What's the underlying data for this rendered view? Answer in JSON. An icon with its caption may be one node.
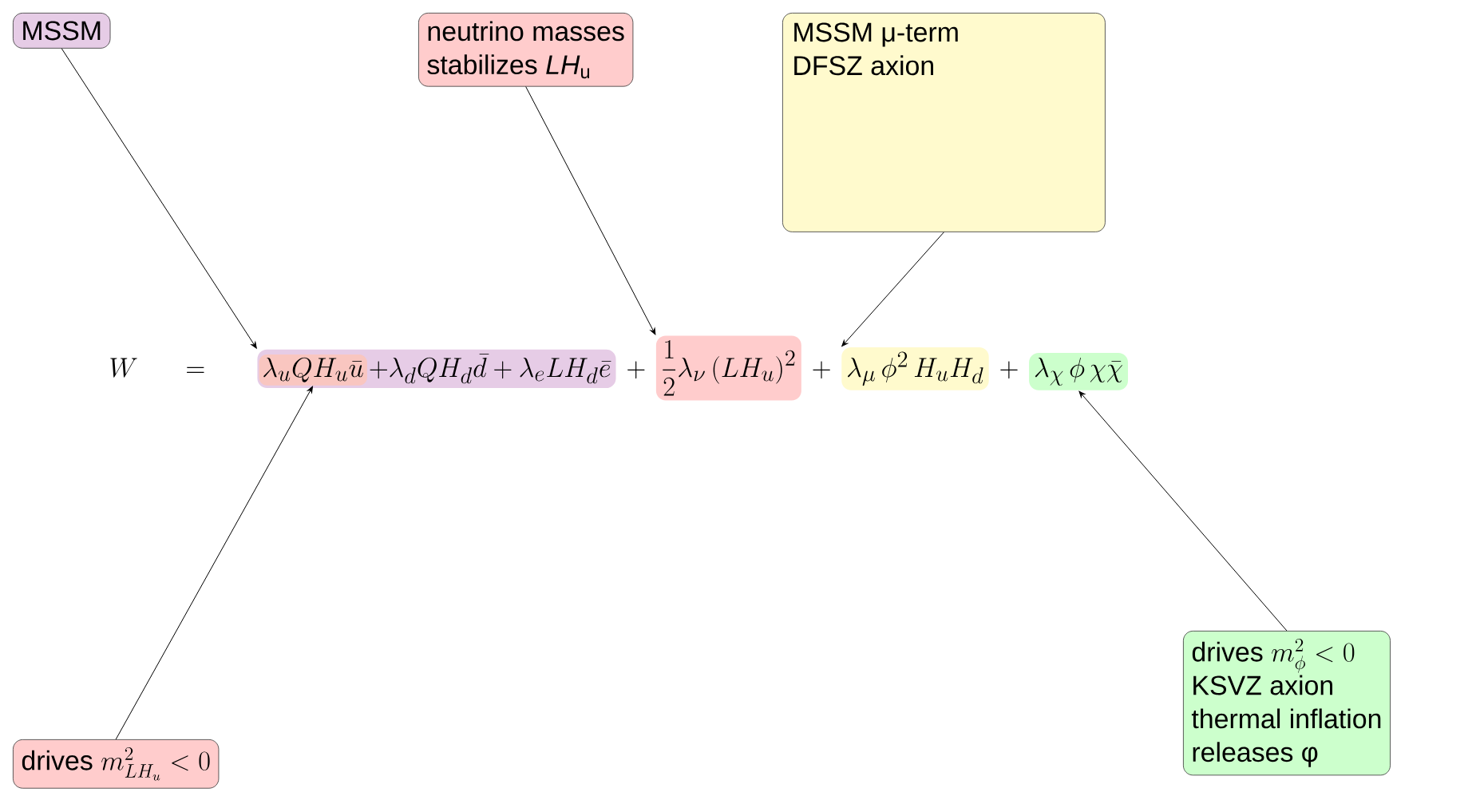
{
  "diagram": {
    "nodes": [
      {
        "text": [
          "MSSM"
        ]
      },
      {
        "text": [
          "neutrino masses",
          "stabilizes *LH*$_{u}$"
        ]
      },
      {
        "text": [
          "MSSM μ-term",
          "DFSZ axion"
        ]
      },
      {
        "text": [
          "\\text{drives } m_{LH_u}^2 < 0"
        ]
      },
      {
        "text": [
          "\\text{drives } m_\\phi^2 < 0",
          "KSVZ axion",
          "thermal inflation",
          "releases φ"
        ]
      },
      {
        "text": [
          "+ \\lambda_d QH_d\\bar{d} + \\lambda_e LH_d\\bar{e}"
        ]
      },
      {
        "text": [
          "\\lambda_u QH_u\\bar{u}"
        ],
        "in": 5
      },
      {
        "text": [
          "\\frac{1}{2}\\lambda_\\nu\\,(LH_u)^2"
        ]
      },
      {
        "text": [
          "\\lambda_\\mu\\,\\phi^2\\,H_u H_d"
        ]
      },
      {
        "text": [
          "\\lambda_\\chi\\,\\phi\\,\\chi\\bar{\\chi}"
        ]
      }
    ],
    "edges": [
      {
        "from": 0,
        "to": 5,
        "arrow": "to"
      },
      {
        "from": 1,
        "to": 7,
        "arrow": "to"
      },
      {
        "from": 2,
        "to": 8,
        "arrow": "to"
      },
      {
        "from": 3,
        "to": 6,
        "arrow": "to"
      },
      {
        "from": 4,
        "to": 9,
        "arrow": "to"
      }
    ],
    "labels": [
      "W",
      "=",
      "+",
      "+",
      "+"
    ]
  }
}
